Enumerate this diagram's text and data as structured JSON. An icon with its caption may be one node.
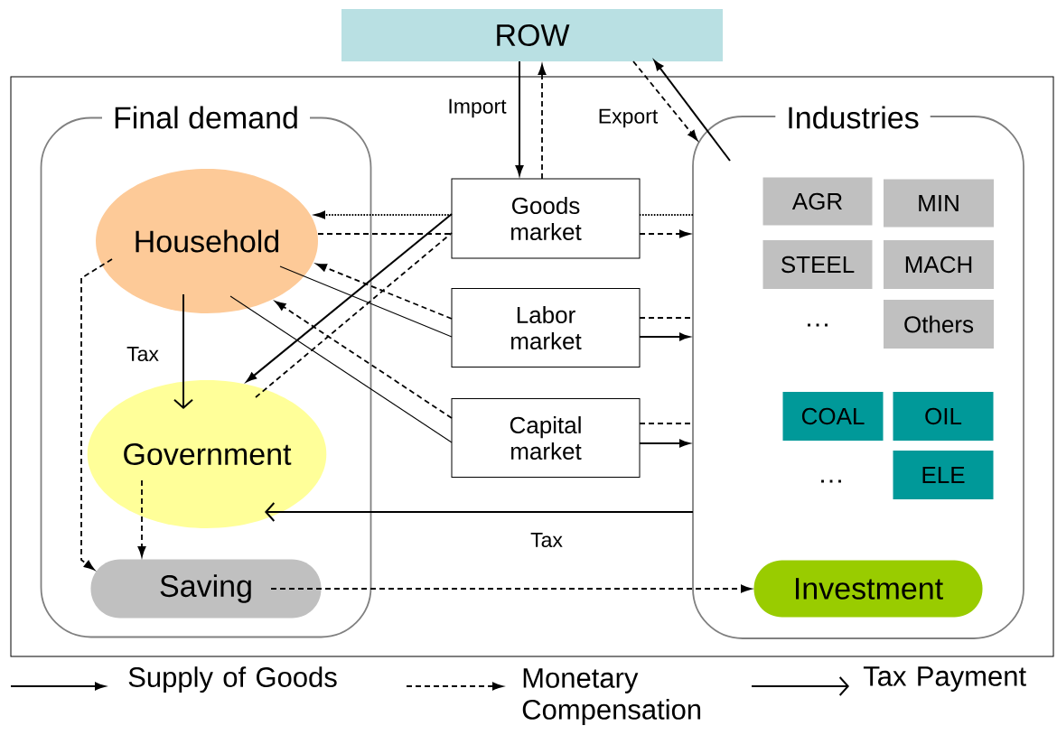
{
  "diagram": {
    "nodes": [
      {
        "text": [
          "ROW"
        ]
      },
      {
        "text": [
          "Final demand"
        ]
      },
      {
        "text": [
          "Household"
        ],
        "in": 1
      },
      {
        "text": [
          "Government"
        ],
        "in": 1
      },
      {
        "text": [
          "Saving"
        ],
        "in": 1
      },
      {
        "text": [
          "Goods market"
        ]
      },
      {
        "text": [
          "Labor market"
        ]
      },
      {
        "text": [
          "Capital market"
        ]
      },
      {
        "text": [
          "Industries"
        ]
      },
      {
        "text": [
          "AGR"
        ],
        "in": 8
      },
      {
        "text": [
          "MIN"
        ],
        "in": 8
      },
      {
        "text": [
          "STEEL"
        ],
        "in": 8
      },
      {
        "text": [
          "MACH"
        ],
        "in": 8
      },
      {
        "text": [
          "Others"
        ],
        "in": 8
      },
      {
        "text": [
          "COAL"
        ],
        "in": 8
      },
      {
        "text": [
          "OIL"
        ],
        "in": 8
      },
      {
        "text": [
          "ELE"
        ],
        "in": 8
      },
      {
        "text": [
          "Investment"
        ],
        "in": 8
      }
    ],
    "edges": [
      {
        "from": 0,
        "to": 5,
        "arrow": "to",
        "label": "Import"
      },
      {
        "from": 5,
        "to": 0,
        "arrow": "to",
        "style": "dashed"
      },
      {
        "from": 0,
        "to": 8,
        "arrow": "to",
        "style": "dashed"
      },
      {
        "from": 8,
        "to": 0,
        "arrow": "to",
        "label": "Export"
      },
      {
        "from": 8,
        "to": 5,
        "arrow": "none",
        "style": "dashed"
      },
      {
        "from": 5,
        "to": 2,
        "arrow": "to",
        "style": "dashed"
      },
      {
        "from": 2,
        "to": 5,
        "arrow": "none",
        "style": "dashed"
      },
      {
        "from": 5,
        "to": 8,
        "arrow": "to",
        "style": "dashed"
      },
      {
        "from": 5,
        "to": 3,
        "arrow": "to"
      },
      {
        "from": 3,
        "to": 5,
        "arrow": "none",
        "style": "dashed"
      },
      {
        "from": 6,
        "to": 2,
        "arrow": "to",
        "style": "dashed"
      },
      {
        "from": 2,
        "to": 6,
        "arrow": "none"
      },
      {
        "from": 7,
        "to": 2,
        "arrow": "to",
        "style": "dashed"
      },
      {
        "from": 2,
        "to": 7,
        "arrow": "none"
      },
      {
        "from": 6,
        "to": 8,
        "arrow": "none",
        "style": "dashed"
      },
      {
        "from": 6,
        "to": 8,
        "arrow": "to"
      },
      {
        "from": 7,
        "to": 8,
        "arrow": "none",
        "style": "dashed"
      },
      {
        "from": 7,
        "to": 8,
        "arrow": "to"
      },
      {
        "from": 2,
        "to": 3,
        "arrow": "to",
        "label": "Tax"
      },
      {
        "from": 8,
        "to": 3,
        "arrow": "to",
        "label": "Tax"
      },
      {
        "from": 2,
        "to": 4,
        "arrow": "to",
        "style": "dashed"
      },
      {
        "from": 3,
        "to": 4,
        "arrow": "to",
        "style": "dashed"
      },
      {
        "from": 4,
        "to": 17,
        "arrow": "to",
        "style": "dashed"
      }
    ],
    "labels": [
      "…",
      "…"
    ],
    "legend": [
      {
        "text": "Supply of Goods"
      },
      {
        "text": "Monetary Compensation"
      },
      {
        "text": "Tax Payment"
      }
    ]
  }
}
